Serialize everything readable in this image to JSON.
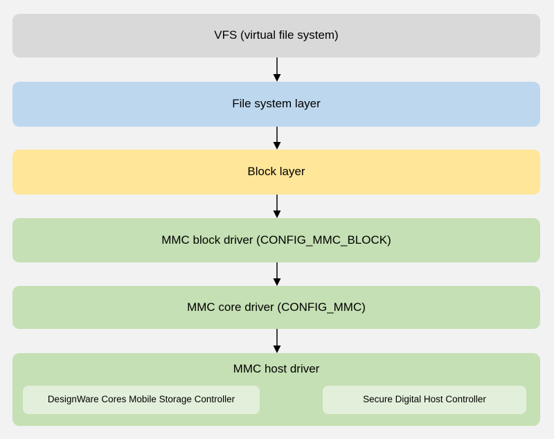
{
  "page": {
    "background": "#f2f2f2",
    "arrow_color": "#000000",
    "text_color": "#000000"
  },
  "diagram": {
    "layers": [
      {
        "id": "vfs",
        "label": "VFS (virtual file system)",
        "color": "#d9d9d9"
      },
      {
        "id": "file-system",
        "label": "File system layer",
        "color": "#bdd7ee"
      },
      {
        "id": "block",
        "label": "Block layer",
        "color": "#ffe699"
      },
      {
        "id": "mmc-block-driver",
        "label": "MMC block driver (CONFIG_MMC_BLOCK)",
        "color": "#c5e0b4"
      },
      {
        "id": "mmc-core-driver",
        "label": "MMC core driver (CONFIG_MMC)",
        "color": "#c5e0b4"
      },
      {
        "id": "mmc-host-driver",
        "label": "MMC host driver",
        "color": "#c5e0b4",
        "children": [
          {
            "id": "designware-controller",
            "label": "DesignWare Cores Mobile Storage Controller",
            "color": "#e2efda"
          },
          {
            "id": "sdhc-controller",
            "label": "Secure Digital Host Controller",
            "color": "#e2efda"
          }
        ]
      }
    ]
  }
}
